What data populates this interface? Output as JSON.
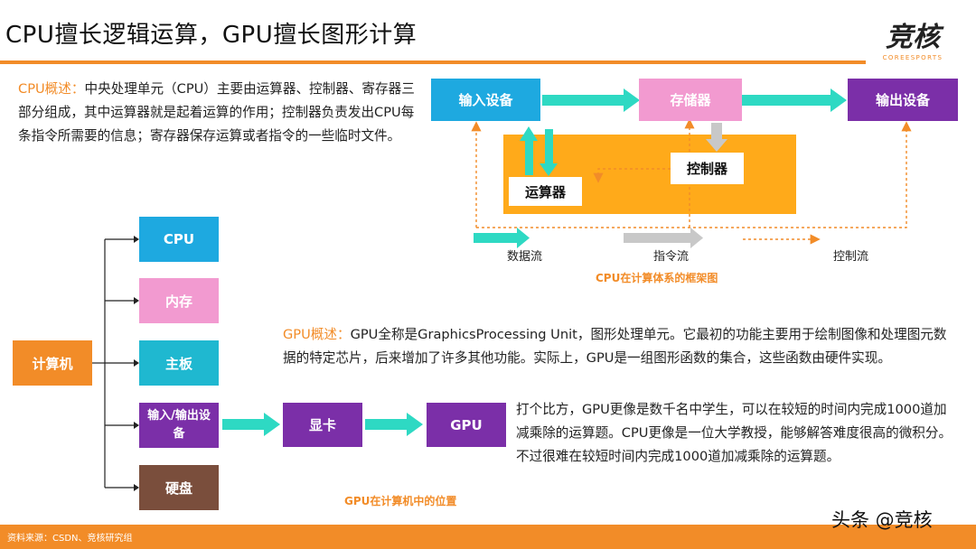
{
  "title": "CPU擅长逻辑运算，GPU擅长图形计算",
  "logo": {
    "main": "竞核",
    "sub": "COREESPORTS"
  },
  "cpu_intro": {
    "lead": "CPU概述：",
    "body": "中央处理单元（CPU）主要由运算器、控制器、寄存器三部分组成，其中运算器就是起着运算的作用；控制器负责发出CPU每条指令所需要的信息；寄存器保存运算或者指令的一些临时文件。"
  },
  "cpu_diagram": {
    "input_device": "输入设备",
    "storage": "存储器",
    "output_device": "输出设备",
    "controller": "控制器",
    "alu": "运算器",
    "legend": {
      "data_flow": "数据流",
      "instruction_flow": "指令流",
      "control_flow": "控制流"
    },
    "caption": "CPU在计算体系的框架图"
  },
  "computer_tree": {
    "root": "计算机",
    "children": [
      "CPU",
      "内存",
      "主板",
      "输入/输出设备",
      "硬盘"
    ],
    "graphics_card": "显卡",
    "gpu": "GPU",
    "caption": "GPU在计算机中的位置"
  },
  "gpu_intro": {
    "lead": "GPU概述：",
    "body": "GPU全称是GraphicsProcessing  Unit，图形处理单元。它最初的功能主要用于绘制图像和处理图元数据的特定芯片，后来增加了许多其他功能。实际上，GPU是一组图形函数的集合，这些函数由硬件实现。"
  },
  "analogy": "打个比方，GPU更像是数千名中学生，可以在较短的时间内完成1000道加减乘除的运算题。CPU更像是一位大学教授，能够解答难度很高的微积分。不过很难在较短时间内完成1000道加减乘除的运算题。",
  "footer": {
    "source": "资料来源：CSDN、竞核研究组"
  },
  "watermark": "头条 @竞核",
  "colors": {
    "accent": "#F28C28",
    "teal": "#2ED9C3",
    "purple": "#7B2FA8",
    "pink": "#F29AD0",
    "cyan": "#1EA9E0",
    "gray_arrow": "#C8C8C8",
    "core_bg": "#FFAA1A",
    "cpu_box": "#1EA9E0",
    "mem_box": "#F29AD0",
    "board_box": "#1FB8D0",
    "io_box": "#7B2FA8",
    "disk_box": "#7A4E3C"
  }
}
